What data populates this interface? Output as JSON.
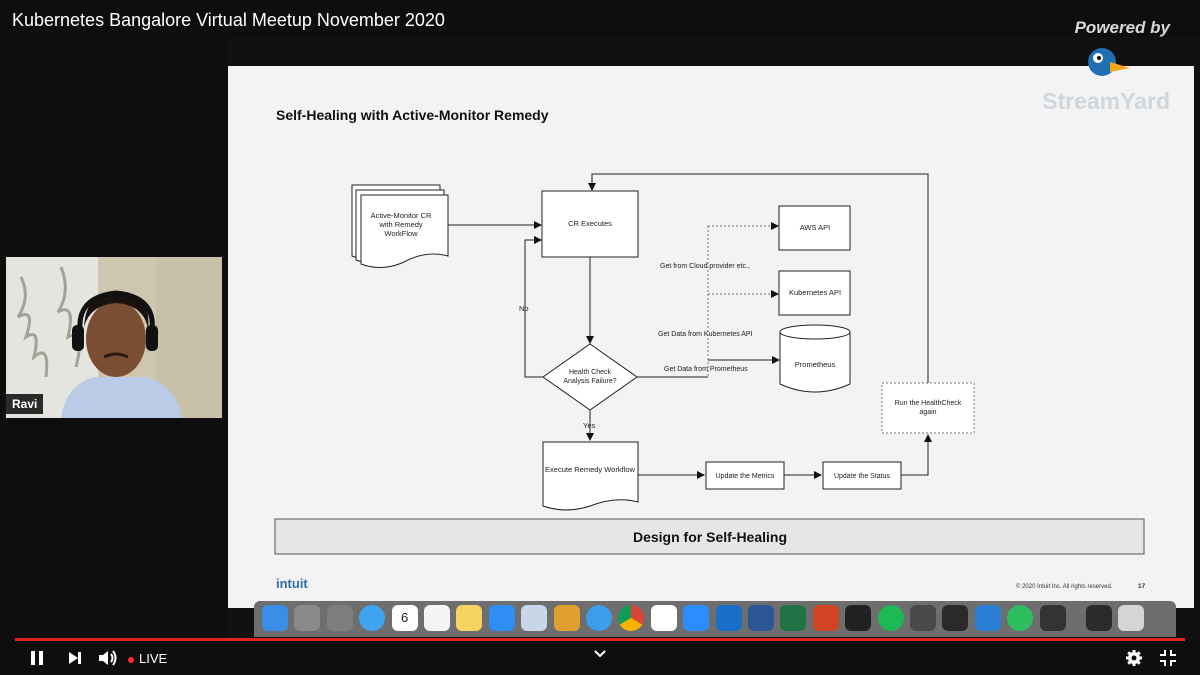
{
  "video": {
    "title": "Kubernetes Bangalore Virtual Meetup November 2020"
  },
  "branding": {
    "powered_by": "Powered by",
    "brand": "StreamYard"
  },
  "camera": {
    "name": "Ravi"
  },
  "slide": {
    "title": "Self-Healing with Active-Monitor Remedy",
    "banner": "Design for Self-Healing",
    "logo": "intuit",
    "copyright": "© 2020 Intuit Inc. All rights reserved.",
    "page": "17",
    "nodes": {
      "active_monitor_1": "Active-Monitor CR",
      "active_monitor_2": "with Remedy",
      "active_monitor_3": "WorkFlow",
      "cr_executes": "CR Executes",
      "aws_api": "AWS  API",
      "kubernetes_api": "Kubernetes API",
      "prometheus": "Prometheus",
      "health_check_1": "Health Check",
      "health_check_2": "Analysis Failure?",
      "run_again_1": "Run the HealthCheck",
      "run_again_2": "again",
      "execute_remedy": "Execute Remedy Workflow",
      "update_metrics": "Update the Metrics",
      "update_status": "Update the Status"
    },
    "edges": {
      "no": "No",
      "yes": "Yes",
      "cloud": "Get from Cloud provider  etc.,",
      "k8s": "Get Data from Kubernetes API",
      "prom": "Get Data from Prometheus"
    }
  },
  "dock": {
    "apps": [
      "finder",
      "launchpad",
      "system-preferences",
      "messages",
      "calendar",
      "reminders",
      "notes",
      "app-store",
      "preview",
      "photo-booth",
      "safari",
      "chrome",
      "slack",
      "zoom",
      "outlook",
      "word",
      "excel",
      "powerpoint",
      "terminal",
      "spotify",
      "sublime-text",
      "goland",
      "vscode",
      "evernote",
      "activity-monitor",
      "screen",
      "trash"
    ],
    "calendar_day": "6"
  },
  "player": {
    "live_label": "LIVE"
  },
  "colors": {
    "progress": "#e0241b",
    "live_dot": "#ff2b2b"
  }
}
